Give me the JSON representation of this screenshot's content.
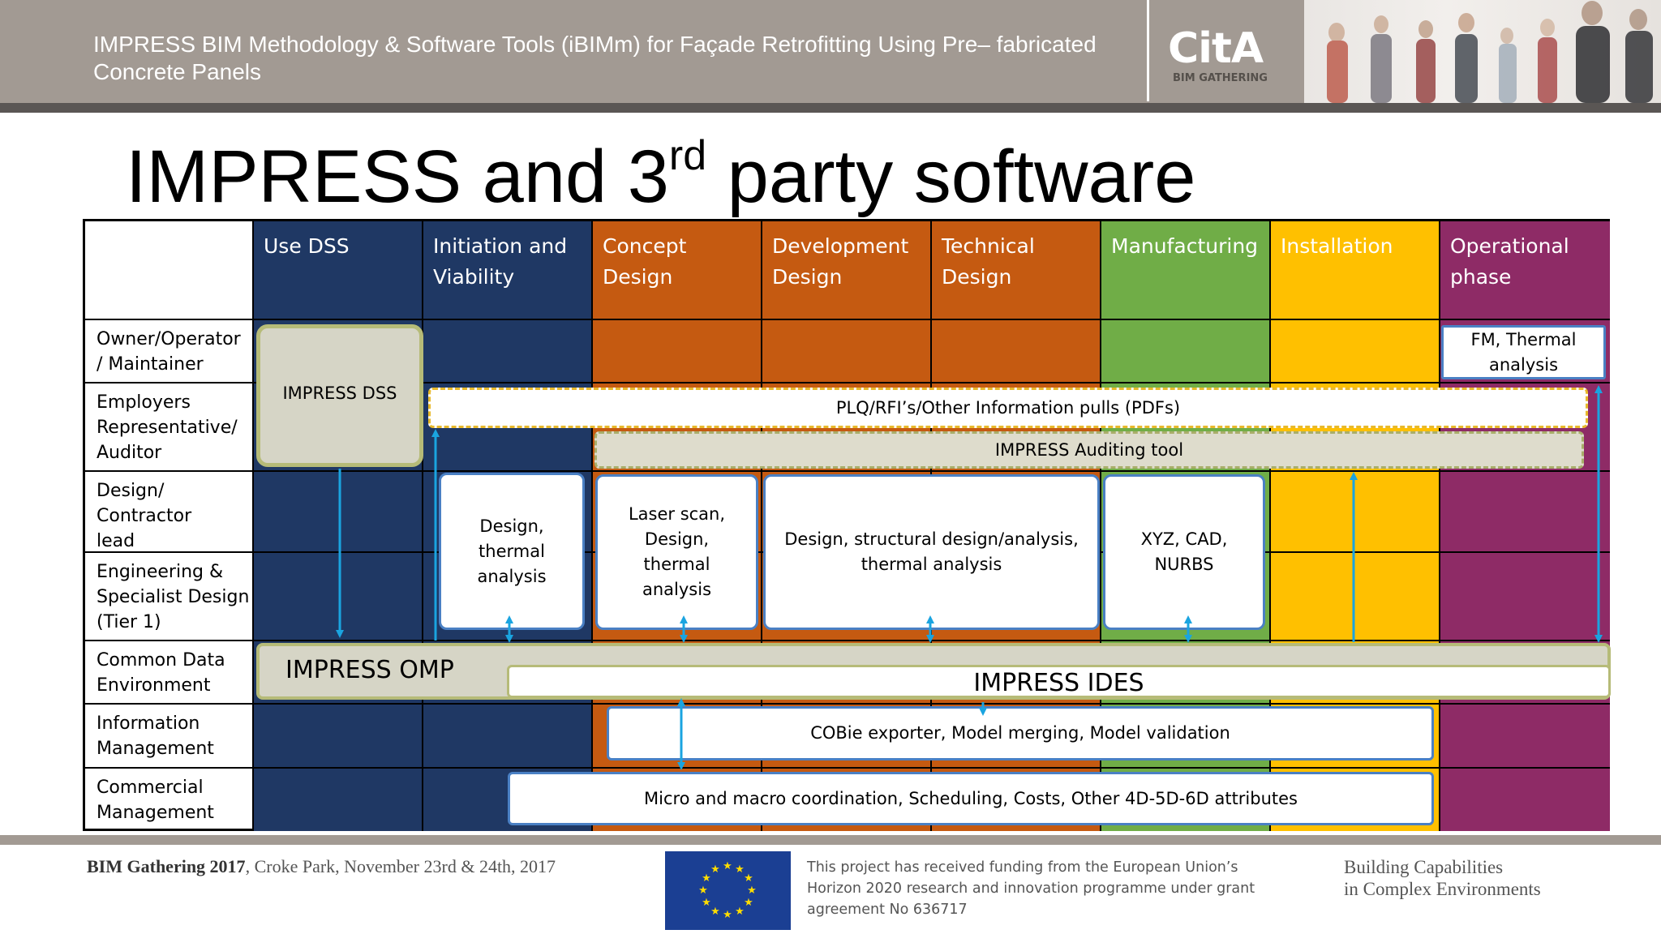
{
  "header": {
    "title": "IMPRESS BIM Methodology & Software Tools (iBIMm) for Façade Retrofitting Using Pre– fabricated Concrete Panels",
    "logo_text": "CitA",
    "logo_sub": "BIM GATHERING"
  },
  "slide": {
    "title_main": "IMPRESS and 3",
    "title_sup": "rd",
    "title_rest": " party software"
  },
  "columns": [
    {
      "label": "Use DSS",
      "color": "#1f3864"
    },
    {
      "label": "Initiation and Viability",
      "color": "#1f3864"
    },
    {
      "label": "Concept Design",
      "color": "#c55a11"
    },
    {
      "label": "Development Design",
      "color": "#c55a11"
    },
    {
      "label": "Technical Design",
      "color": "#c55a11"
    },
    {
      "label": "Manufacturing",
      "color": "#70ad47"
    },
    {
      "label": "Installation",
      "color": "#ffc000"
    },
    {
      "label": "Operational phase",
      "color": "#8e2b66"
    }
  ],
  "rows": [
    "Owner/Operator / Maintainer",
    "Employers Representative/ Auditor",
    "Design/ Contractor lead",
    "Engineering & Specialist Design (Tier 1)",
    "Common Data Environment",
    "Information Management",
    "Commercial Management"
  ],
  "boxes": {
    "dss": "IMPRESS DSS",
    "fm": "FM, Thermal analysis",
    "plq": "PLQ/RFI’s/Other Information pulls (PDFs)",
    "audit": "IMPRESS Auditing tool",
    "iv_design": "Design, thermal analysis",
    "concept": "Laser scan, Design, thermal analysis",
    "dev_tech": "Design, structural design/analysis, thermal analysis",
    "manuf": "XYZ, CAD, NURBS",
    "omp": "IMPRESS OMP",
    "ides": "IMPRESS IDES",
    "cobie": "COBie exporter, Model merging,  Model validation",
    "commercial": "Micro and macro coordination, Scheduling, Costs, Other 4D-5D-6D attributes"
  },
  "footer": {
    "event_bold": "BIM Gathering 2017",
    "event_rest": ", Croke Park, November 23rd & 24th, 2017",
    "funding": "This project has received funding from the European Union’s Horizon 2020 research and innovation programme under grant agreement No 636717",
    "tagline_1": "Building Capabilities",
    "tagline_2": "in Complex Environments"
  },
  "colors": {
    "arrow": "#1aa4e0",
    "header_bg": "#a29a93",
    "eu_blue": "#1b3f93",
    "eu_star": "#ffdd00"
  }
}
